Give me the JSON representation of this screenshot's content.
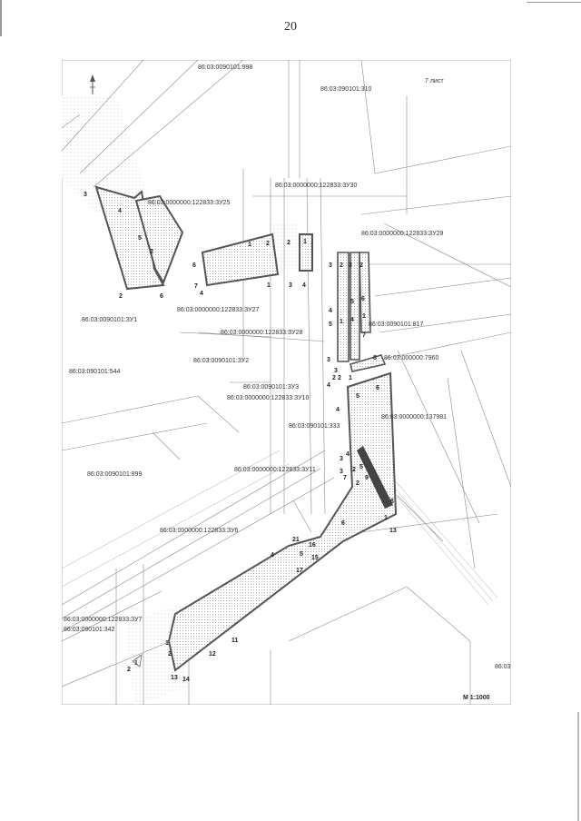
{
  "page": {
    "number": "20",
    "sheet_label": "7 лист",
    "scale": "М 1:1000"
  },
  "labels": {
    "p_0101_998": "86:03:0090101:998",
    "p_0101_310": "86:03:090101:310",
    "zu30": "86:03:0000000:122833:ЗУ30",
    "zu25": "86:03:0000000:122833:ЗУ25",
    "zu29": "86:03:0000000:122833:ЗУ29",
    "zu27": "86:03:0000000:122833:ЗУ27",
    "zu1": "86:03:0090101:ЗУ1",
    "p_0101_817": "86:03:0090101:817",
    "zu28": "86:03:0000000:122833:ЗУ28",
    "zu2": "86:03:0090101:ЗУ2",
    "p_7960": "86:03:000000:7960",
    "p_090101_544": "86:03:090101:544",
    "zu3": "86:03:0090101:ЗУ3",
    "zu10": "86:03:0000000:122833:ЗУ10",
    "p_137981": "86:03:0000000:137981",
    "p_090101_333": "86:03:090101:333",
    "zu11": "86:03:0000000:122833:ЗУ11",
    "p_0101_899": "86:03:0090101:899",
    "zu6": "86:03:0000000:122833:ЗУ6",
    "zu7": "86:03:0000000:122833:ЗУ7",
    "p_090101_342": "86:03:090101:342",
    "edge_86_03": "86:03"
  },
  "points": {
    "n1": "1",
    "n2": "2",
    "n3": "3",
    "n4": "4",
    "n5": "5",
    "n6": "6",
    "n7": "7",
    "n8": "8",
    "n9": "9",
    "n11": "11",
    "n12": "12",
    "n13": "13",
    "n14": "14",
    "n15": "15",
    "n16": "16",
    "n17": "17",
    "n21": "21"
  },
  "colors": {
    "parcel_outline": "#555555",
    "parcel_fill_dots": "#9a9a9a",
    "thin_lines": "#8a8a8a"
  },
  "icons": {
    "north_arrow": "north-arrow-icon"
  }
}
